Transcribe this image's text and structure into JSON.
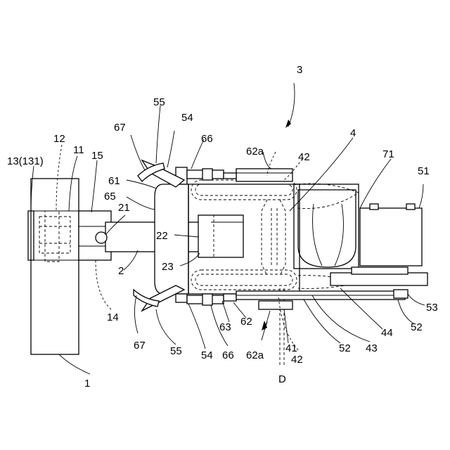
{
  "labels": {
    "l1": "1",
    "l2": "2",
    "l3": "3",
    "l4": "4",
    "l11": "11",
    "l12": "12",
    "l13": "13(131)",
    "l14": "14",
    "l15": "15",
    "l21": "21",
    "l22": "22",
    "l23": "23",
    "l41": "41",
    "l42_top": "42",
    "l42_bot": "42",
    "l43": "43",
    "l44": "44",
    "l51": "51",
    "l52_a": "52",
    "l52_b": "52",
    "l53": "53",
    "l54_top": "54",
    "l54_bot": "54",
    "l55_top": "55",
    "l55_bot": "55",
    "l61": "61",
    "l62": "62",
    "l62a_top": "62a",
    "l62a_bot": "62a",
    "l63": "63",
    "l65": "65",
    "l66_top": "66",
    "l66_bot": "66",
    "l67_top": "67",
    "l67_bot": "67",
    "l71": "71",
    "lD": "D"
  }
}
